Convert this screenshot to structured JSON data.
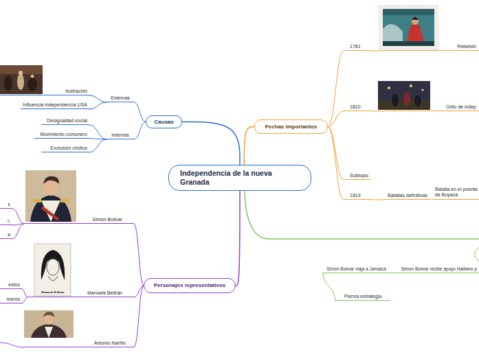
{
  "diagram": {
    "nodes": [
      {
        "text": [
          "Independencia de la nueva Granada"
        ]
      },
      {
        "text": [
          "Causas"
        ]
      },
      {
        "text": [
          "Externas"
        ]
      },
      {
        "text": [
          "Ilustración"
        ]
      },
      {
        "text": [
          "Influencia independencia USA"
        ]
      },
      {
        "text": [
          "Internas"
        ]
      },
      {
        "text": [
          "Desigualdad social"
        ]
      },
      {
        "text": [
          "Movimiento comunero"
        ]
      },
      {
        "text": [
          "Exclusión criollos"
        ]
      },
      {
        "text": [
          "Fechas importantes"
        ]
      },
      {
        "text": [
          "1781"
        ]
      },
      {
        "text": [
          "Rebelión"
        ]
      },
      {
        "text": [
          "1810"
        ]
      },
      {
        "text": [
          "Grito de indep"
        ]
      },
      {
        "text": [
          "Subtopic"
        ]
      },
      {
        "text": [
          "1819"
        ]
      },
      {
        "text": [
          "Batallas definitivas"
        ]
      },
      {
        "text": [
          "Batalla en el puente de Boyacá"
        ]
      },
      {
        "text": [
          "Simon Bolivar viaja a Jamaica"
        ]
      },
      {
        "text": [
          "Simon Bolivar recibe apoyo Haitiano p"
        ]
      },
      {
        "text": [
          "Piensa estrategia"
        ]
      },
      {
        "text": [
          "Personajes representativos"
        ]
      },
      {
        "text": [
          "Simón Bolivar"
        ]
      },
      {
        "text": [
          "s"
        ]
      },
      {
        "text": [
          "r,"
        ]
      },
      {
        "text": [
          "a"
        ]
      },
      {
        "text": [
          "Manuela Beltrán"
        ]
      },
      {
        "text": [
          "estos"
        ]
      },
      {
        "text": [
          "meros"
        ]
      },
      {
        "text": [
          "Antonio Nariño"
        ]
      }
    ],
    "edges": [
      {
        "from": 0,
        "to": 1,
        "arrow": "none"
      },
      {
        "from": 1,
        "to": 2,
        "arrow": "none"
      },
      {
        "from": 2,
        "to": 3,
        "arrow": "none"
      },
      {
        "from": 2,
        "to": 4,
        "arrow": "none"
      },
      {
        "from": 1,
        "to": 5,
        "arrow": "none"
      },
      {
        "from": 5,
        "to": 6,
        "arrow": "none"
      },
      {
        "from": 5,
        "to": 7,
        "arrow": "none"
      },
      {
        "from": 5,
        "to": 8,
        "arrow": "none"
      },
      {
        "from": 0,
        "to": 9,
        "arrow": "none"
      },
      {
        "from": 9,
        "to": 10,
        "arrow": "none"
      },
      {
        "from": 10,
        "to": 11,
        "arrow": "none"
      },
      {
        "from": 9,
        "to": 12,
        "arrow": "none"
      },
      {
        "from": 12,
        "to": 13,
        "arrow": "none"
      },
      {
        "from": 9,
        "to": 14,
        "arrow": "none"
      },
      {
        "from": 9,
        "to": 15,
        "arrow": "none"
      },
      {
        "from": 15,
        "to": 16,
        "arrow": "none"
      },
      {
        "from": 16,
        "to": 17,
        "arrow": "none"
      },
      {
        "from": 19,
        "to": 18,
        "arrow": "none"
      },
      {
        "from": 18,
        "to": 20,
        "arrow": "none"
      },
      {
        "from": 0,
        "to": 21,
        "arrow": "none"
      },
      {
        "from": 21,
        "to": 22,
        "arrow": "none"
      },
      {
        "from": 22,
        "to": 23,
        "arrow": "none"
      },
      {
        "from": 22,
        "to": 24,
        "arrow": "none"
      },
      {
        "from": 22,
        "to": 25,
        "arrow": "none"
      },
      {
        "from": 21,
        "to": 26,
        "arrow": "none"
      },
      {
        "from": 26,
        "to": 27,
        "arrow": "none"
      },
      {
        "from": 26,
        "to": 28,
        "arrow": "none"
      },
      {
        "from": 21,
        "to": 29,
        "arrow": "none"
      }
    ],
    "labels": [
      "Manuela Beltrán"
    ]
  }
}
